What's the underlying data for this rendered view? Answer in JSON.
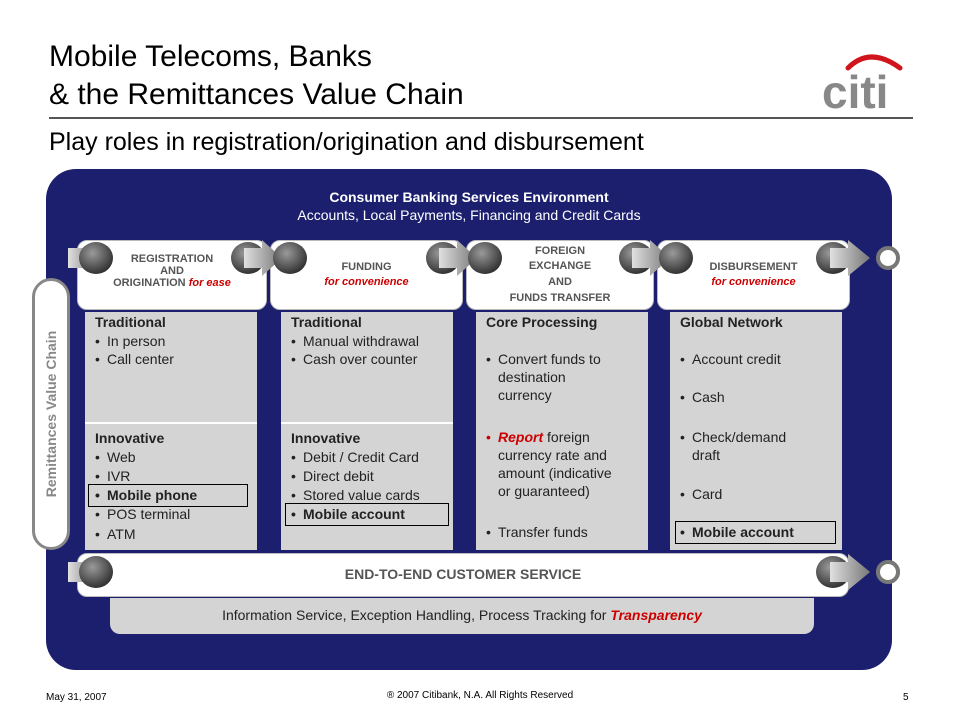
{
  "header": {
    "title_line1": "Mobile Telecoms, Banks",
    "title_line2": "& the Remittances Value Chain",
    "subtitle": "Play roles in registration/origination and disbursement",
    "logo_text": "citi"
  },
  "environment": {
    "title": "Consumer Banking Services Environment",
    "subtitle": "Accounts, Local Payments, Financing and Credit Cards"
  },
  "value_chain_label": "Remittances Value Chain",
  "tabs": [
    {
      "lines": [
        "REGISTRATION",
        "AND",
        "ORIGINATION"
      ],
      "accent": "for ease"
    },
    {
      "lines": [
        "FUNDING"
      ],
      "accent": "for convenience"
    },
    {
      "lines": [
        "FOREIGN",
        "EXCHANGE",
        "AND",
        "FUNDS TRANSFER"
      ],
      "accent": ""
    },
    {
      "lines": [
        "DISBURSEMENT"
      ],
      "accent": "for convenience"
    }
  ],
  "columns": [
    {
      "sections": [
        {
          "title": "Traditional",
          "items": [
            "In person",
            "Call center"
          ]
        },
        {
          "title": "Innovative",
          "items": [
            "Web",
            "IVR",
            "Mobile phone",
            "POS terminal",
            "ATM"
          ]
        }
      ]
    },
    {
      "sections": [
        {
          "title": "Traditional",
          "items": [
            "Manual withdrawal",
            "Cash over counter"
          ]
        },
        {
          "title": "Innovative",
          "items": [
            "Debit / Credit Card",
            "Direct debit",
            "Stored value cards",
            "Mobile account"
          ]
        }
      ]
    },
    {
      "sections": [
        {
          "title": "Core Processing",
          "items": [
            {
              "lines": [
                "Convert funds to",
                "destination",
                "currency"
              ]
            },
            {
              "highlight": "Report",
              "lines": [
                " foreign",
                "currency rate and",
                "amount (indicative",
                "or guaranteed)"
              ]
            },
            {
              "lines": [
                "Transfer funds"
              ]
            }
          ]
        }
      ]
    },
    {
      "sections": [
        {
          "title": "Global Network",
          "items": [
            {
              "lines": [
                "Account credit"
              ]
            },
            {
              "lines": [
                "Cash"
              ]
            },
            {
              "lines": [
                "Check/demand",
                "draft"
              ]
            },
            {
              "lines": [
                "Card"
              ]
            },
            {
              "lines": [
                "Mobile account"
              ]
            }
          ]
        }
      ]
    }
  ],
  "customer_service": {
    "label": "END-TO-END CUSTOMER SERVICE",
    "info_text": "Information Service, Exception Handling, Process Tracking for ",
    "info_accent": "Transparency"
  },
  "footer": {
    "date": "May 31, 2007",
    "copyright": "® 2007 Citibank, N.A.  All Rights Reserved",
    "page": "5"
  },
  "colors": {
    "navy": "#1c1f6e",
    "accent_red": "#cc0000",
    "citi_blue": "#1c3f94",
    "citi_red": "#d0141c"
  }
}
